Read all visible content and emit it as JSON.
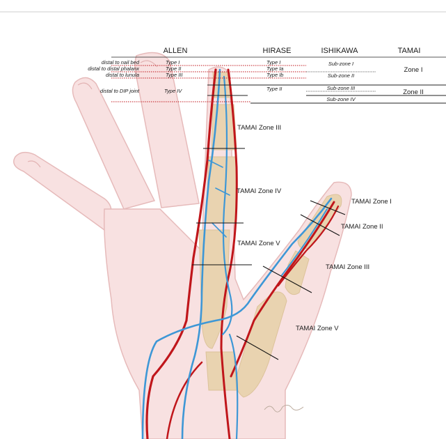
{
  "classification_table": {
    "headers": {
      "allen": "ALLEN",
      "hirase": "HIRASE",
      "ishikawa": "ISHIKAWA",
      "tamai": "TAMAI"
    },
    "allen_levels": [
      "distal to nail bed",
      "distal to distal phalanx",
      "distal to lunula",
      "distal to DIP joint"
    ],
    "allen_types": [
      "Type I",
      "Type II",
      "Type III",
      "Type IV"
    ],
    "hirase_types": [
      "Type I",
      "Type Ia",
      "Type Ib",
      "Type II"
    ],
    "ishikawa_subzones": [
      "Sub-zone I",
      "Sub-zone II",
      "Sub-zone III",
      "Sub-zone IV"
    ],
    "tamai_zones": [
      "Zone I",
      "Zone II"
    ]
  },
  "finger_zones": {
    "zone_iii": "TAMAI Zone III",
    "zone_iv": "TAMAI Zone IV",
    "zone_v": "TAMAI Zone V"
  },
  "thumb_zones": {
    "zone_i": "TAMAI Zone I",
    "zone_ii": "TAMAI Zone II",
    "zone_iii": "TAMAI Zone III",
    "zone_v": "TAMAI Zone V"
  },
  "colors": {
    "skin": "#f7dfdf",
    "skin_outline": "#e3b7b7",
    "bone": "#e8d2b0",
    "artery": "#c0161b",
    "vein": "#3d97d6"
  }
}
